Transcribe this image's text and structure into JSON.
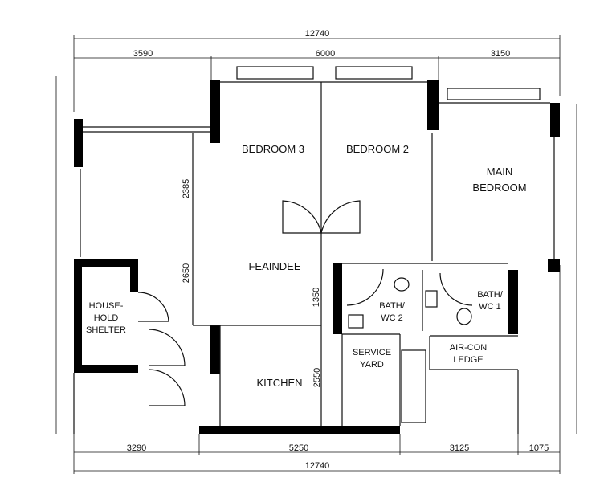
{
  "dimensions": {
    "top_total": "12740",
    "top_segments": [
      "3590",
      "6000",
      "3150"
    ],
    "bottom_segments": [
      "3290",
      "5250",
      "3125",
      "1075"
    ],
    "bottom_total": "12740",
    "inner": [
      "2385",
      "2650",
      "1350",
      "2550"
    ]
  },
  "rooms": {
    "bedroom3": "BEDROOM 3",
    "bedroom2": "BEDROOM 2",
    "main_bedroom": [
      "MAIN",
      "BEDROOM"
    ],
    "living": "FEAINDEE",
    "household_shelter": [
      "HOUSE-",
      "HOLD",
      "SHELTER"
    ],
    "bath2": [
      "BATH/",
      "WC 2"
    ],
    "bath1": [
      "BATH/",
      "WC 1"
    ],
    "kitchen": "KITCHEN",
    "service_yard": [
      "SERVICE",
      "YARD"
    ],
    "aircon_ledge": [
      "AIR-CON",
      "LEDGE"
    ]
  },
  "colors": {
    "wall": "#000000",
    "background": "#ffffff"
  }
}
